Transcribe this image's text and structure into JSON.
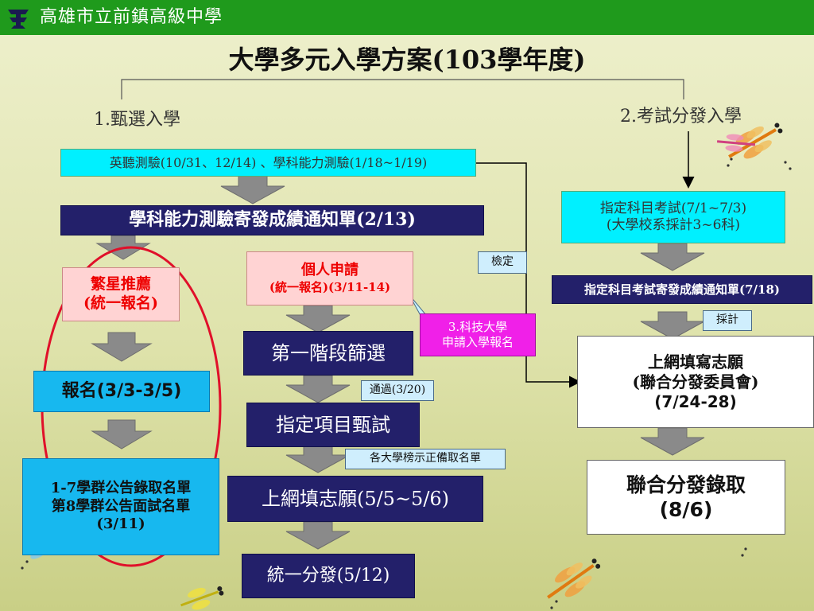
{
  "header": {
    "school": "高雄市立前鎮高級中學"
  },
  "title": "大學多元入學方案(103學年度)",
  "tracks": {
    "track1": "1.甄選入學",
    "track2": "2.考試分發入學"
  },
  "boxes": {
    "english_test": "英聽測驗(10/31、12/14) 、學科能力測驗(1/18~1/19)",
    "gsat_report": "學科能力測驗寄發成績通知單(2/13)",
    "star_line1": "繁星推薦",
    "star_line2": "(統一報名)",
    "star_register": "報名(3/3-3/5)",
    "star_result_line1": "1-7學群公告錄取名單",
    "star_result_line2": "第8學群公告面試名單",
    "star_result_line3": "(3/11)",
    "personal_line1": "個人申請",
    "personal_line2": "(統一報名)(3/11-14)",
    "first_stage": "第一階段篩選",
    "designated_exam_interview": "指定項目甄試",
    "online_fill_personal": "上網填志願(5/5~5/6)",
    "unified_allocation": "統一分發(5/12)",
    "tech_line1": "3.科技大學",
    "tech_line2": "申請入學報名",
    "ast_line1": "指定科目考試(7/1~7/3)",
    "ast_line2": "(大學校系採計3~6科)",
    "ast_report": "指定科目考試寄發成績通知單(7/18)",
    "online_fill_line1": "上網填寫志願",
    "online_fill_line2": "(聯合分發委員會)",
    "online_fill_line3": "(7/24-28)",
    "joint_admission_line1": "聯合分發錄取",
    "joint_admission_line2": "(8/6)"
  },
  "tags": {
    "check": "檢定",
    "passed": "通過(3/20)",
    "waitlist": "各大學榜示正備取名單",
    "adopt": "採計"
  },
  "colors": {
    "header_green": "#1f9a1c",
    "cyan": "#00f0ff",
    "navy": "#23206a",
    "pink": "#ffd3d3",
    "magenta": "#f020e8",
    "blue": "#17b8ef",
    "ellipse_red": "#e0102a",
    "arrow_gray": "#8a8a8a"
  }
}
